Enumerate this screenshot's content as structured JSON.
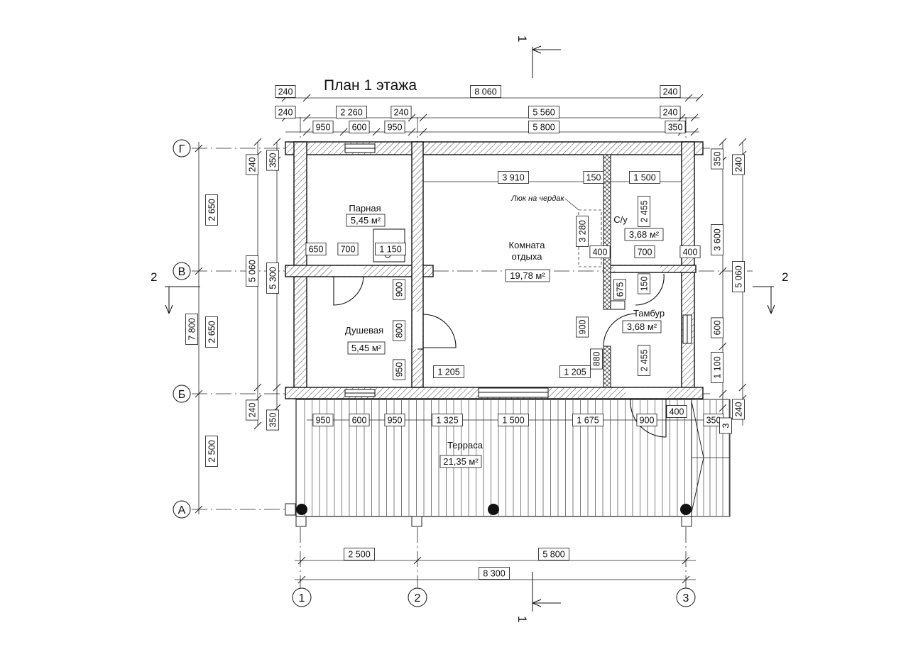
{
  "title": "План 1 этажа",
  "axes": {
    "letters": [
      "Г",
      "В",
      "Б",
      "А"
    ],
    "numbers": [
      "1",
      "2",
      "3"
    ]
  },
  "sections": {
    "s1": "1",
    "s2": "2"
  },
  "rooms": [
    {
      "id": "parnaya",
      "name": "Парная",
      "area": "5,45 м²"
    },
    {
      "id": "komnata",
      "name": [
        "Комната",
        "отдыха"
      ],
      "area": "19,78 м²"
    },
    {
      "id": "su",
      "name": "С/у",
      "area": "3,68 м²"
    },
    {
      "id": "dushevaya",
      "name": "Душевая",
      "area": "5,45 м²"
    },
    {
      "id": "tambur",
      "name": "Тамбур",
      "area": "3,68 м²"
    },
    {
      "id": "terrasa",
      "name": "Терраса",
      "area": "21,35 м²"
    }
  ],
  "notes": {
    "hatch": "Люк на чердак"
  },
  "dims": {
    "top_overall": [
      "240",
      "8 060",
      "240"
    ],
    "top_axes": [
      "240",
      "2 260",
      "240",
      "5 560",
      "240"
    ],
    "top_openings": [
      "950",
      "600",
      "950",
      "5 800",
      "350"
    ],
    "bottom_axes": [
      "2 500",
      "5 800"
    ],
    "bottom_total": "8 300",
    "left_inner": [
      "240",
      "350",
      "5 060",
      "5 300",
      "240",
      "350"
    ],
    "left_outer": [
      "2 650",
      "2 650",
      "2 500",
      "7 800"
    ],
    "right_inner": [
      "350",
      "240",
      "3 600",
      "5 060",
      "600",
      "1 100",
      "240"
    ],
    "interior": [
      "3 910",
      "150",
      "1 500",
      "2 455",
      "3 280",
      "400",
      "700",
      "400",
      "650",
      "700",
      "1 150",
      "900",
      "800",
      "950",
      "1 205",
      "1 205",
      "675",
      "150",
      "900",
      "880",
      "2 455"
    ],
    "terrace": [
      "950",
      "600",
      "950",
      "1 325",
      "1 500",
      "1 675",
      "900",
      "400",
      "350",
      "3"
    ]
  }
}
